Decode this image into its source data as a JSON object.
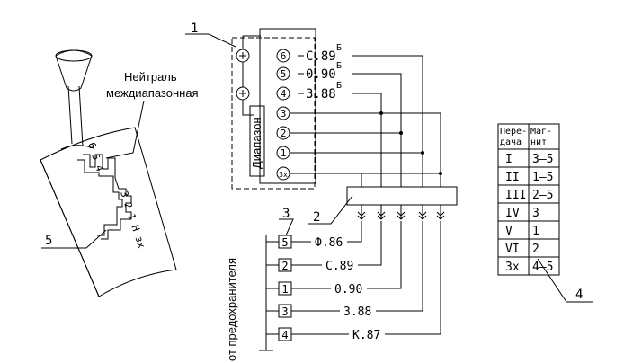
{
  "callouts": {
    "c1": "1",
    "c2": "2",
    "c3": "3",
    "c4": "4",
    "c5": "5"
  },
  "lever": {
    "neutral_line1": "Нейтраль",
    "neutral_line2": "междиапазонная",
    "gate_left": "6 5 4",
    "gate_right": "3 2 1 Н зх"
  },
  "switch_block": {
    "vertical_label": "Диапазон",
    "positions": [
      {
        "num": "6",
        "wire": "С.89",
        "sup": "Б"
      },
      {
        "num": "5",
        "wire": "0.90",
        "sup": "Б"
      },
      {
        "num": "4",
        "wire": "3.88",
        "sup": "Б"
      },
      {
        "num": "3",
        "wire": "",
        "sup": ""
      },
      {
        "num": "2",
        "wire": "",
        "sup": ""
      },
      {
        "num": "1",
        "wire": "",
        "sup": ""
      },
      {
        "num": "Зх",
        "wire": "",
        "sup": ""
      }
    ]
  },
  "supply_label": "от предохранителя",
  "connectors": [
    {
      "num": "5",
      "wire": "Ф.86"
    },
    {
      "num": "2",
      "wire": "С.89"
    },
    {
      "num": "1",
      "wire": "0.90"
    },
    {
      "num": "3",
      "wire": "3.88"
    },
    {
      "num": "4",
      "wire": "К.87"
    }
  ],
  "gear_table": {
    "header": [
      "Пере-дача",
      "Маг-нит"
    ],
    "rows": [
      [
        "I",
        "3–5"
      ],
      [
        "II",
        "1–5"
      ],
      [
        "III",
        "2–5"
      ],
      [
        "IV",
        "3"
      ],
      [
        "V",
        "1"
      ],
      [
        "VI",
        "2"
      ],
      [
        "Зх",
        "4–5"
      ]
    ]
  }
}
